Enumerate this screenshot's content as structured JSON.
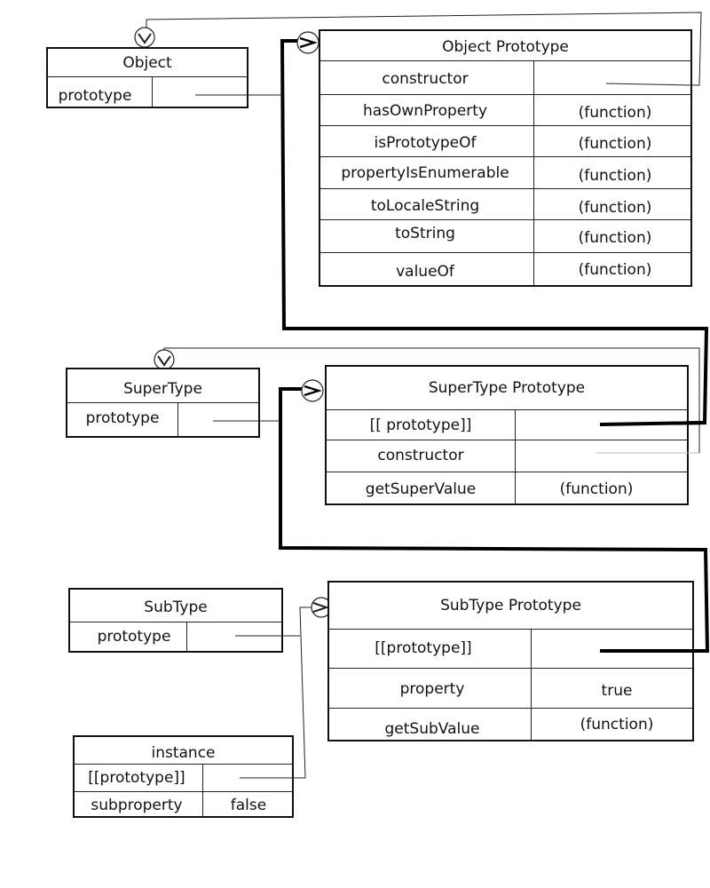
{
  "object_box": {
    "title": "Object",
    "rows": [
      {
        "name": "prototype",
        "value": ""
      }
    ]
  },
  "object_prototype_box": {
    "title": "Object Prototype",
    "rows": [
      {
        "name": "constructor",
        "value": ""
      },
      {
        "name": "hasOwnProperty",
        "value": "(function)"
      },
      {
        "name": "isPrototypeOf",
        "value": "(function)"
      },
      {
        "name": "propertyIsEnumerable",
        "value": "(function)"
      },
      {
        "name": "toLocaleString",
        "value": "(function)"
      },
      {
        "name": "toString",
        "value": "(function)"
      },
      {
        "name": "valueOf",
        "value": "(function)"
      }
    ]
  },
  "supertype_box": {
    "title": "SuperType",
    "rows": [
      {
        "name": "prototype",
        "value": ""
      }
    ]
  },
  "supertype_prototype_box": {
    "title": "SuperType Prototype",
    "rows": [
      {
        "name": "[[ prototype]]",
        "value": ""
      },
      {
        "name": "constructor",
        "value": ""
      },
      {
        "name": "getSuperValue",
        "value": "(function)"
      }
    ]
  },
  "subtype_box": {
    "title": "SubType",
    "rows": [
      {
        "name": "prototype",
        "value": ""
      }
    ]
  },
  "subtype_prototype_box": {
    "title": "SubType Prototype",
    "rows": [
      {
        "name": "[[prototype]]",
        "value": ""
      },
      {
        "name": "property",
        "value": "true"
      },
      {
        "name": "getSubValue",
        "value": "(function)"
      }
    ]
  },
  "instance_box": {
    "title": "instance",
    "rows": [
      {
        "name": "[[prototype]]",
        "value": ""
      },
      {
        "name": "subproperty",
        "value": "false"
      }
    ]
  }
}
